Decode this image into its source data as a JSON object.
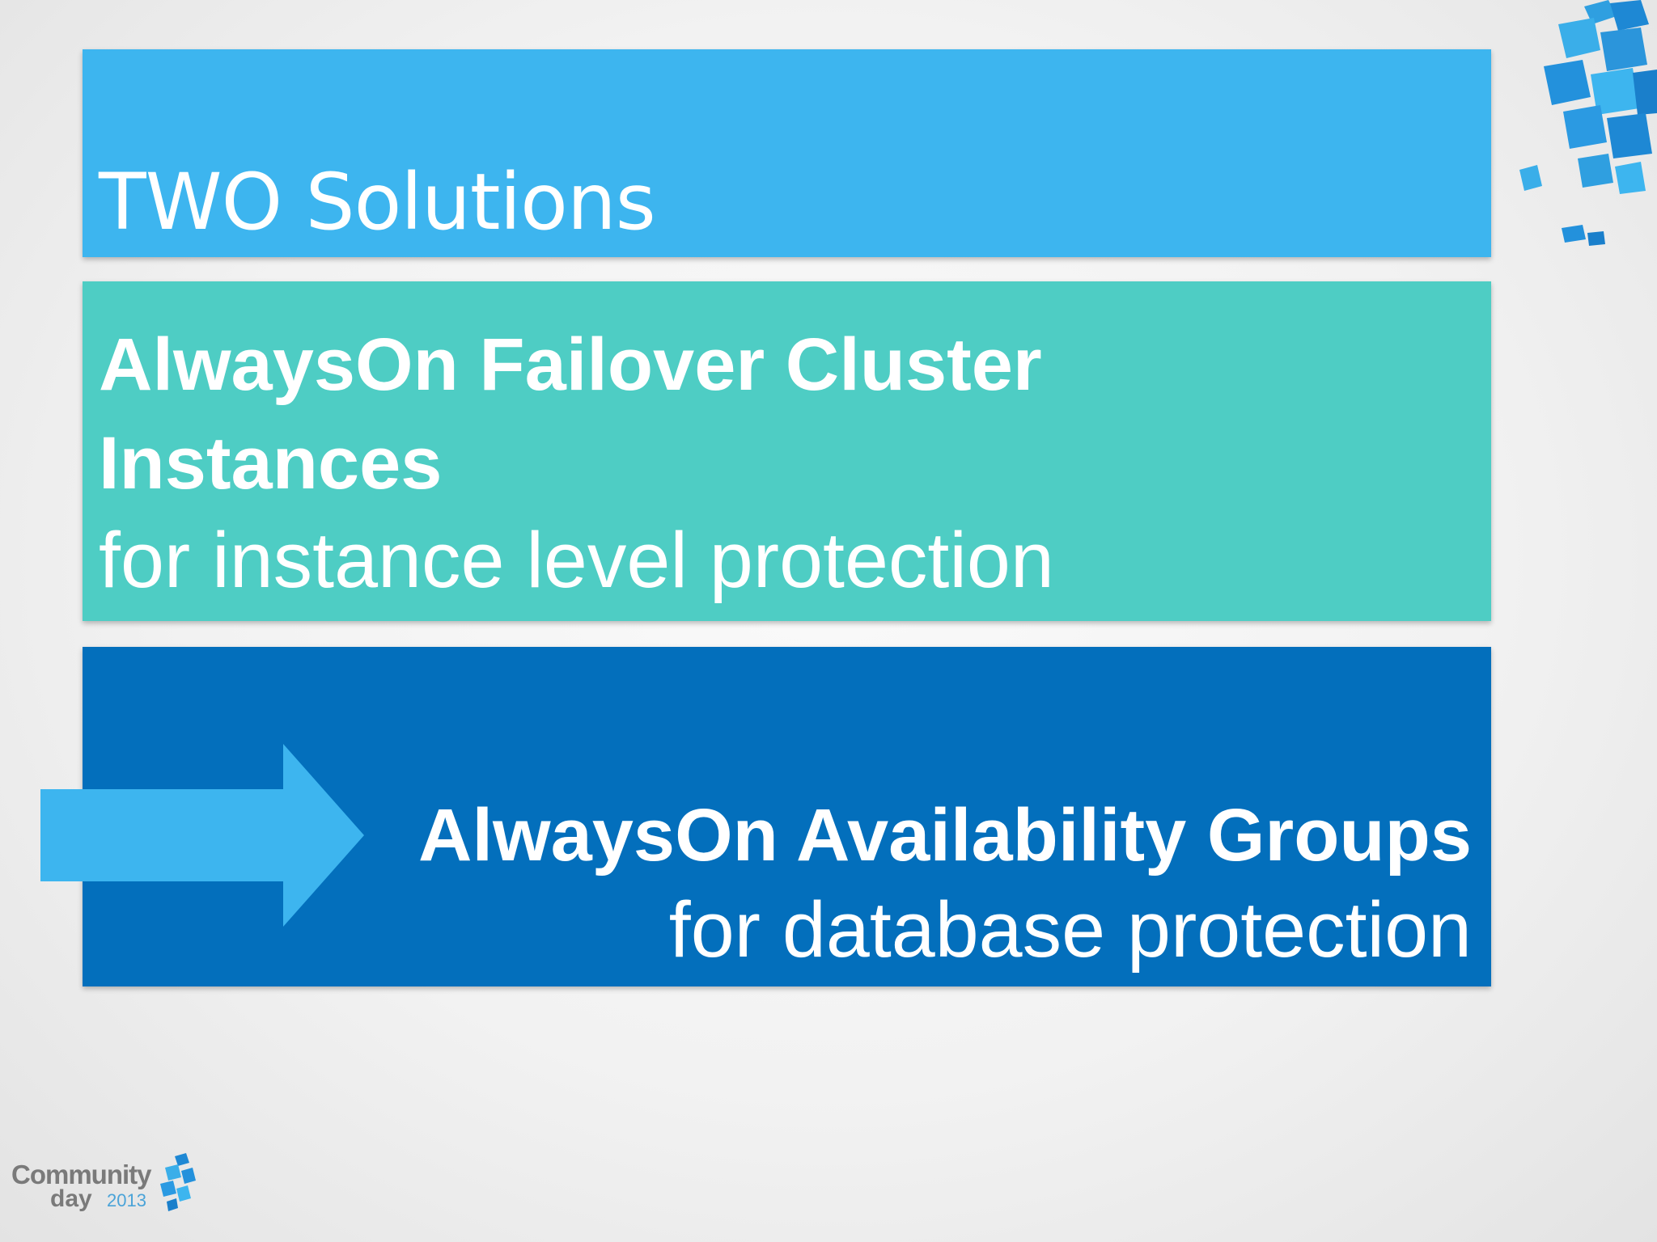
{
  "slide": {
    "title": "TWO Solutions",
    "solution1": {
      "heading_line1": "AlwaysOn Failover Cluster",
      "heading_line2": "Instances",
      "subtitle": "for instance level protection"
    },
    "solution2": {
      "heading": "AlwaysOn Availability Groups",
      "subtitle": "for database protection"
    }
  },
  "logo": {
    "word1": "Community",
    "word2": "day",
    "year": "2013"
  },
  "colors": {
    "title_panel": "#3db5ef",
    "fci_panel": "#4ecdc4",
    "ag_panel": "#036fbc",
    "arrow": "#3db5ef",
    "text": "#ffffff"
  },
  "icons": {
    "pointer": "right-arrow-icon",
    "decoration": "blue-cubes-icon"
  }
}
